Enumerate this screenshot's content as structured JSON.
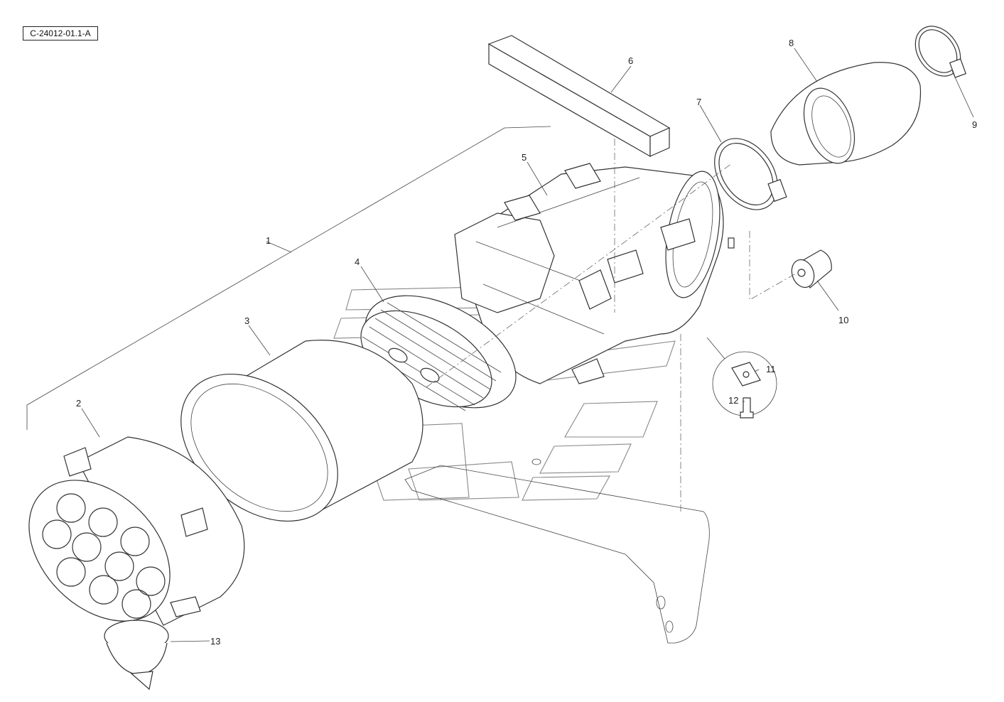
{
  "document": {
    "code": "C-24012-01.1-A"
  },
  "callouts": [
    {
      "id": "1",
      "label": "1"
    },
    {
      "id": "2",
      "label": "2"
    },
    {
      "id": "3",
      "label": "3"
    },
    {
      "id": "4",
      "label": "4"
    },
    {
      "id": "5",
      "label": "5"
    },
    {
      "id": "6",
      "label": "6"
    },
    {
      "id": "7",
      "label": "7"
    },
    {
      "id": "8",
      "label": "8"
    },
    {
      "id": "9",
      "label": "9"
    },
    {
      "id": "10",
      "label": "10"
    },
    {
      "id": "11",
      "label": "11"
    },
    {
      "id": "12",
      "label": "12"
    },
    {
      "id": "13",
      "label": "13"
    }
  ]
}
